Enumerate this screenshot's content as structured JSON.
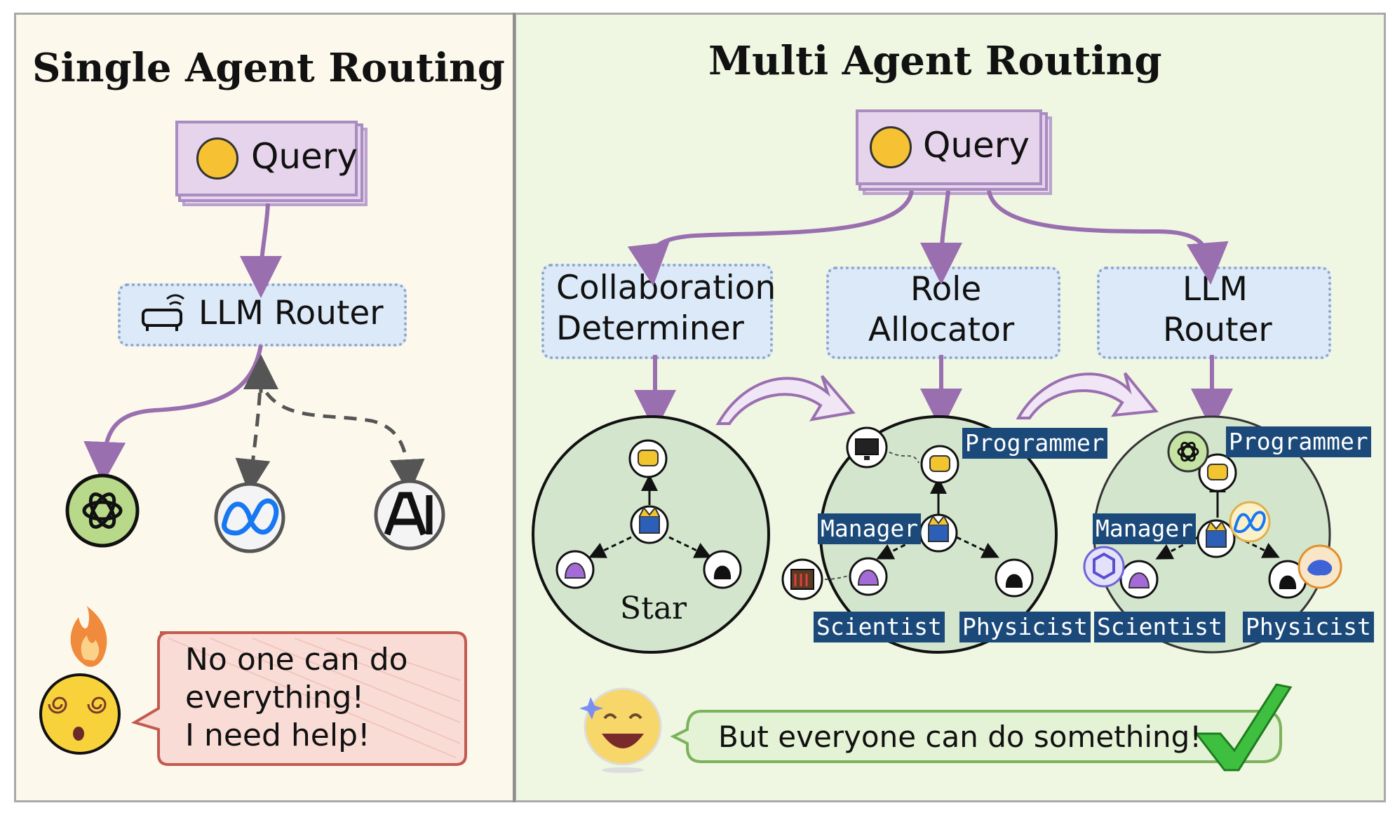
{
  "single": {
    "title": "Single Agent Routing",
    "query_label": "Query",
    "router_label": "LLM Router",
    "models": [
      "openai-logo-icon",
      "meta-logo-icon",
      "anthropic-logo-icon"
    ],
    "bubble_lines": [
      "No one can do",
      "everything!",
      "I need help!"
    ]
  },
  "multi": {
    "title": "Multi Agent Routing",
    "query_label": "Query",
    "boxes": [
      {
        "line1": "Collaboration",
        "line2": "Determiner"
      },
      {
        "line1": "Role",
        "line2": "Allocator"
      },
      {
        "line1": "LLM",
        "line2": "Router"
      }
    ],
    "star_label": "Star",
    "roles": {
      "programmer": "Programmer",
      "manager": "Manager",
      "scientist": "Scientist",
      "physicist": "Physicist"
    },
    "bubble_text": "But everyone can do something!"
  },
  "colors": {
    "left_bg": "#fcf8ec",
    "right_bg": "#eff6e2",
    "purple_arrow": "#9a6fb0",
    "query_fill": "#e6d3ec",
    "box_fill": "#dce9f8",
    "circle_fill": "#d3e6cd",
    "label_bg": "#1b4a7a",
    "red_bubble_fill": "#f9dcd6",
    "green_bubble_fill": "#e4f2d6"
  }
}
